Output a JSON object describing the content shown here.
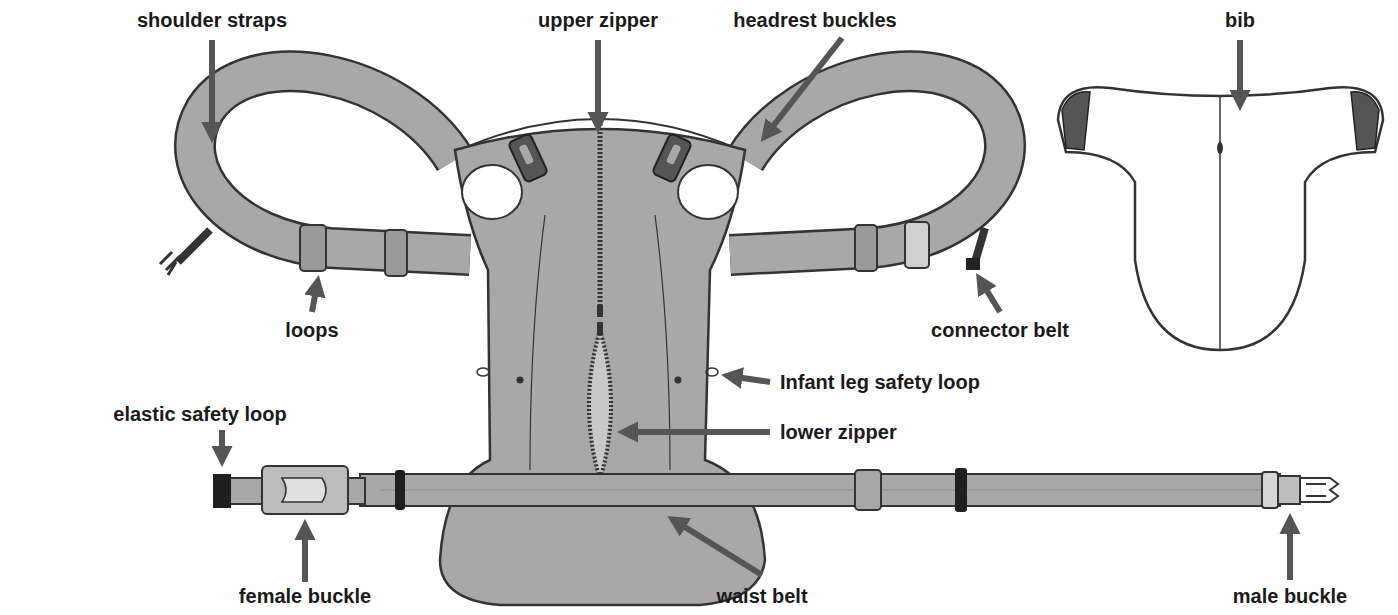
{
  "diagram": {
    "labels": [
      "shoulder straps",
      "upper zipper",
      "headrest buckles",
      "bib",
      "loops",
      "connector belt",
      "Infant leg safety loop",
      "elastic safety loop",
      "lower zipper",
      "female buckle",
      "waist belt",
      "male buckle"
    ]
  }
}
